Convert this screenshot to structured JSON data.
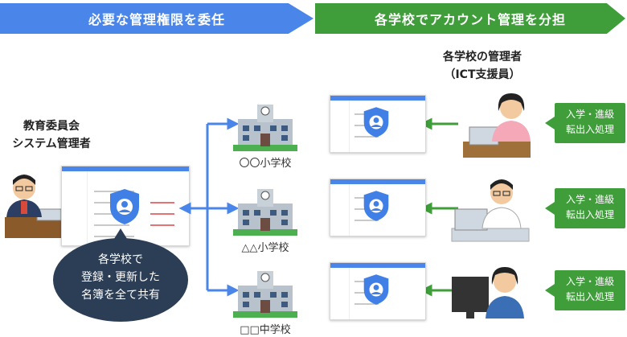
{
  "banners": {
    "left": "必要な管理権限を委任",
    "right": "各学校でアカウント管理を分担"
  },
  "admin": {
    "line1": "教育委員会",
    "line2": "システム管理者"
  },
  "managers": {
    "line1": "各学校の管理者",
    "line2": "（ICT支援員）"
  },
  "bubble": {
    "line1": "各学校で",
    "line2": "登録・更新した",
    "line3": "名簿を全て共有"
  },
  "schools": [
    {
      "name": "〇〇小学校",
      "task_line1": "入学・進級",
      "task_line2": "転出入処理"
    },
    {
      "name": "△△小学校",
      "task_line1": "入学・進級",
      "task_line2": "転出入処理"
    },
    {
      "name": "□□中学校",
      "task_line1": "入学・進級",
      "task_line2": "転出入処理"
    }
  ],
  "colors": {
    "blue": "#4a86ea",
    "green": "#3f9e3a",
    "navy": "#2b3e55",
    "shield": "#3f7fe6"
  }
}
